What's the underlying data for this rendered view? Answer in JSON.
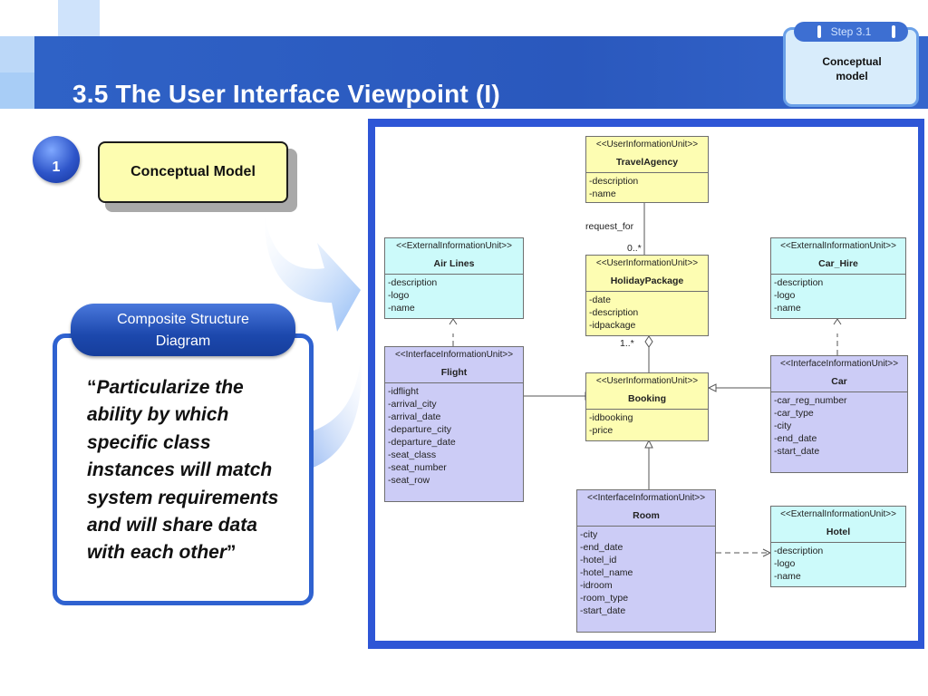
{
  "header": {
    "title": "3.5 The User Interface Viewpoint (I)"
  },
  "step": {
    "label": "Step 3.1",
    "text_line1": "Conceptual",
    "text_line2": "model"
  },
  "step_number": "1",
  "conceptual_model_label": "Conceptual Model",
  "composite": {
    "line1": "Composite Structure",
    "line2": "Diagram"
  },
  "quote": {
    "open_mark": "“",
    "text": "Particularize the ability by which specific class instances will match system requirements and will share data with each other",
    "close_mark": "”"
  },
  "diagram": {
    "classes": {
      "travel_agency": {
        "stereotype": "<<UserInformationUnit>>",
        "name": "TravelAgency",
        "attributes": [
          "-description",
          "-name"
        ]
      },
      "holiday_package": {
        "stereotype": "<<UserInformationUnit>>",
        "name": "HolidayPackage",
        "attributes": [
          "-date",
          "-description",
          "-idpackage"
        ]
      },
      "booking": {
        "stereotype": "<<UserInformationUnit>>",
        "name": "Booking",
        "attributes": [
          "-idbooking",
          "-price"
        ]
      },
      "air_lines": {
        "stereotype": "<<ExternalInformationUnit>>",
        "name": "Air Lines",
        "attributes": [
          "-description",
          "-logo",
          "-name"
        ]
      },
      "flight": {
        "stereotype": "<<InterfaceInformationUnit>>",
        "name": "Flight",
        "attributes": [
          "-idflight",
          "-arrival_city",
          "-arrival_date",
          "-departure_city",
          "-departure_date",
          "-seat_class",
          "-seat_number",
          "-seat_row"
        ]
      },
      "car_hire": {
        "stereotype": "<<ExternalInformationUnit>>",
        "name": "Car_Hire",
        "attributes": [
          "-description",
          "-logo",
          "-name"
        ]
      },
      "car": {
        "stereotype": "<<InterfaceInformationUnit>>",
        "name": "Car",
        "attributes": [
          "-car_reg_number",
          "-car_type",
          "-city",
          "-end_date",
          "-start_date"
        ]
      },
      "room": {
        "stereotype": "<<InterfaceInformationUnit>>",
        "name": "Room",
        "attributes": [
          "-city",
          "-end_date",
          "-hotel_id",
          "-hotel_name",
          "-idroom",
          "-room_type",
          "-start_date"
        ]
      },
      "hotel": {
        "stereotype": "<<ExternalInformationUnit>>",
        "name": "Hotel",
        "attributes": [
          "-description",
          "-logo",
          "-name"
        ]
      }
    },
    "labels": {
      "request_for": "request_for",
      "mult_top": "0..*",
      "mult_bottom": "1..*"
    },
    "colors": {
      "user_unit": "#fdfdb2",
      "external_unit": "#ccfafa",
      "interface_unit": "#ccccf6"
    }
  },
  "colors": {
    "header_band": "#2f62c6",
    "frame": "#2e56d6",
    "note_fill": "#fdfdb0"
  }
}
